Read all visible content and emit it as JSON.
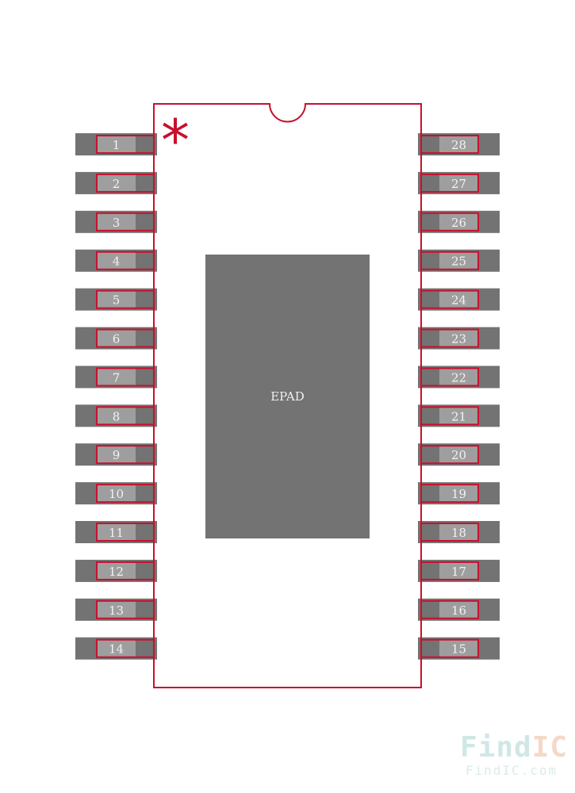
{
  "colors": {
    "outline": "#c8102e",
    "pad": "#737373",
    "pad_inner": "#9e9e9e",
    "background": "#ffffff"
  },
  "package": {
    "pin1_marker": "*",
    "epad_label": "EPAD",
    "pins_left": [
      "1",
      "2",
      "3",
      "4",
      "5",
      "6",
      "7",
      "8",
      "9",
      "10",
      "11",
      "12",
      "13",
      "14"
    ],
    "pins_right": [
      "28",
      "27",
      "26",
      "25",
      "24",
      "23",
      "22",
      "21",
      "20",
      "19",
      "18",
      "17",
      "16",
      "15"
    ]
  },
  "watermark": {
    "logo_find": "Find",
    "logo_ic": "IC",
    "url": "FindIC.com"
  }
}
